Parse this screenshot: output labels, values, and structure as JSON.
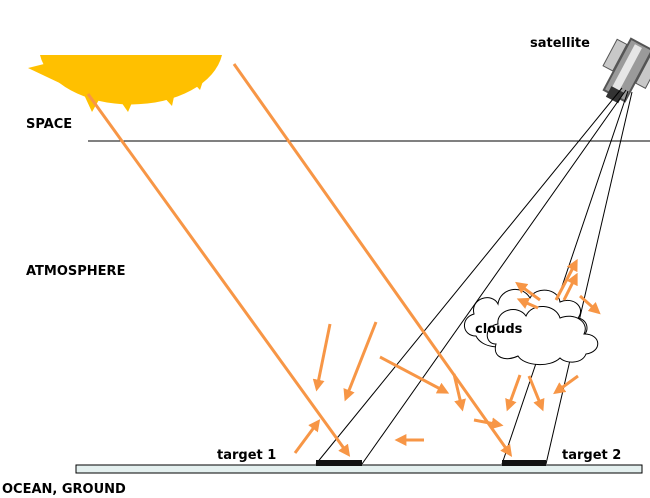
{
  "labels": {
    "satellite": "satellite",
    "space": "SPACE",
    "atmosphere": "ATMOSPHERE",
    "clouds": "clouds",
    "target1": "target 1",
    "target2": "target 2",
    "ground": "OCEAN, GROUND"
  },
  "colors": {
    "sun": "#FFC000",
    "ray": "#F79646",
    "line": "#000000",
    "ground_fill": "#E4F0EF",
    "target": "#111111"
  },
  "icons": {
    "sun": "sun-icon",
    "satellite": "satellite-icon",
    "cloud": "cloud-icon"
  }
}
